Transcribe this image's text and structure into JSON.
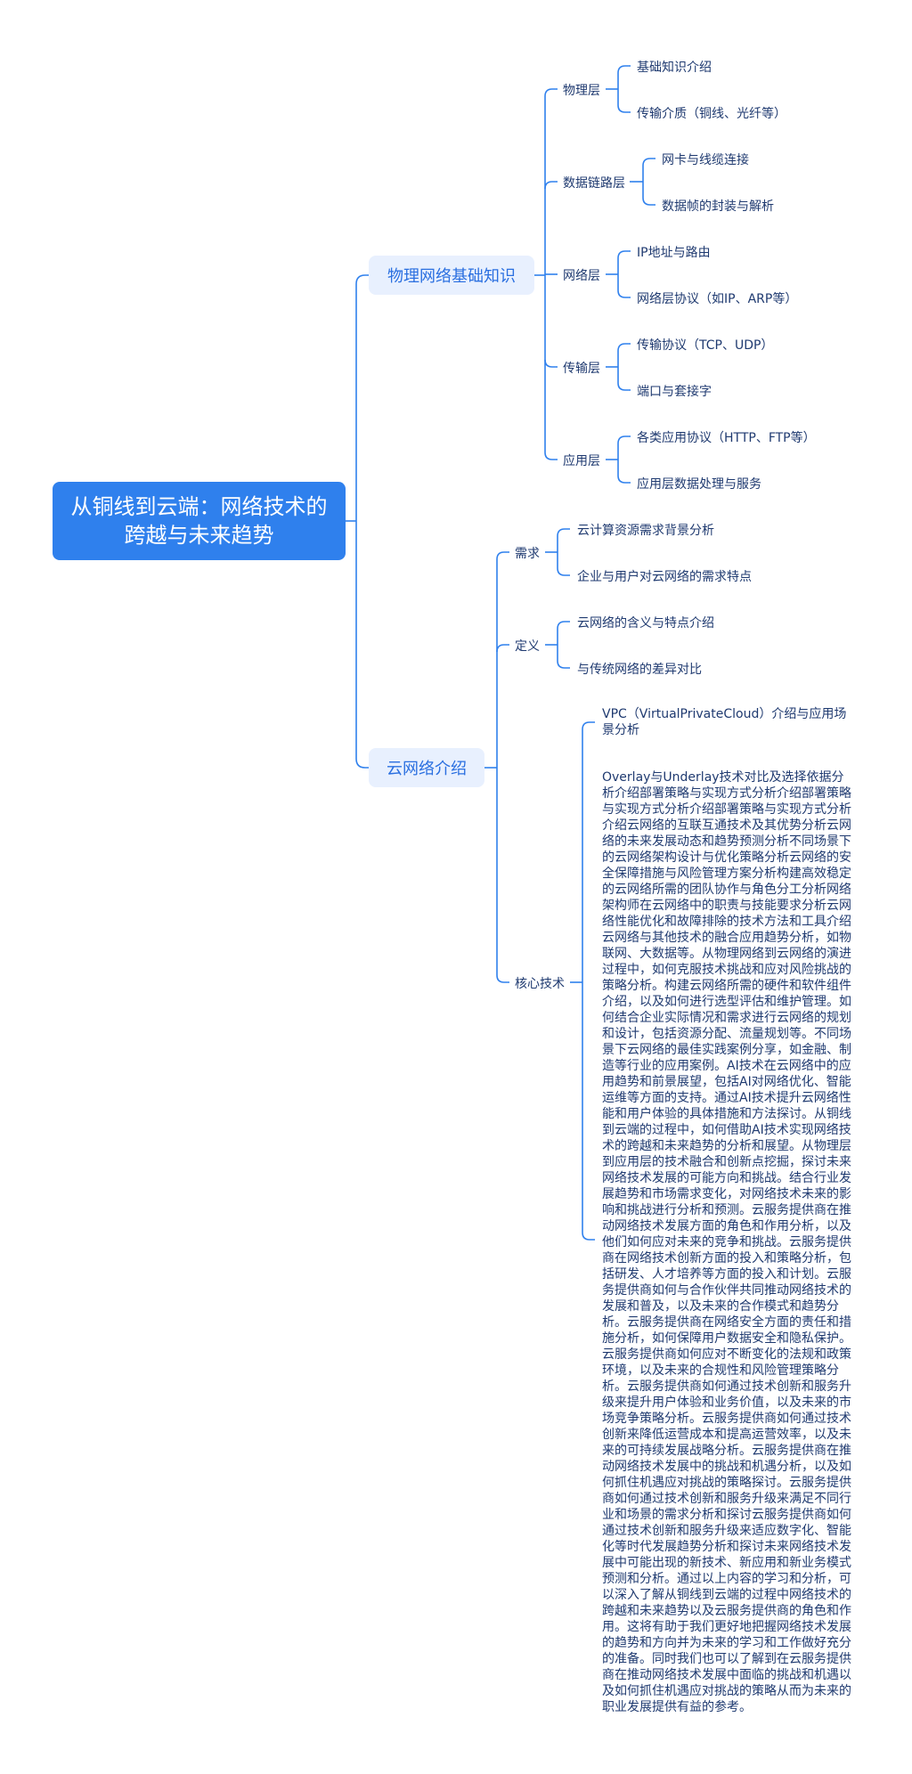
{
  "root": {
    "title": "从铜线到云端：网络技术的跨越与未来趋势"
  },
  "branch1": {
    "label": "物理网络基础知识",
    "children": [
      {
        "label": "物理层",
        "leaves": [
          "基础知识介绍",
          "传输介质（铜线、光纤等）"
        ]
      },
      {
        "label": "数据链路层",
        "leaves": [
          "网卡与线缆连接",
          "数据帧的封装与解析"
        ]
      },
      {
        "label": "网络层",
        "leaves": [
          "IP地址与路由",
          "网络层协议（如IP、ARP等）"
        ]
      },
      {
        "label": "传输层",
        "leaves": [
          "传输协议（TCP、UDP）",
          "端口与套接字"
        ]
      },
      {
        "label": "应用层",
        "leaves": [
          "各类应用协议（HTTP、FTP等）",
          "应用层数据处理与服务"
        ]
      }
    ]
  },
  "branch2": {
    "label": "云网络介绍",
    "children": [
      {
        "label": "需求",
        "leaves": [
          "云计算资源需求背景分析",
          "企业与用户对云网络的需求特点"
        ]
      },
      {
        "label": "定义",
        "leaves": [
          "云网络的含义与特点介绍",
          "与传统网络的差异对比"
        ]
      },
      {
        "label": "核心技术",
        "leaves": [
          "VPC（VirtualPrivateCloud）介绍与应用场景分析",
          "Overlay与Underlay技术对比及选择依据分析介绍部署策略与实现方式分析介绍部署策略与实现方式分析介绍部署策略与实现方式分析介绍云网络的互联互通技术及其优势分析云网络的未来发展动态和趋势预测分析不同场景下的云网络架构设计与优化策略分析云网络的安全保障措施与风险管理方案分析构建高效稳定的云网络所需的团队协作与角色分工分析网络架构师在云网络中的职责与技能要求分析云网络性能优化和故障排除的技术方法和工具介绍云网络与其他技术的融合应用趋势分析，如物联网、大数据等。从物理网络到云网络的演进过程中，如何克服技术挑战和应对风险挑战的策略分析。构建云网络所需的硬件和软件组件介绍，以及如何进行选型评估和维护管理。如何结合企业实际情况和需求进行云网络的规划和设计，包括资源分配、流量规划等。不同场景下云网络的最佳实践案例分享，如金融、制造等行业的应用案例。AI技术在云网络中的应用趋势和前景展望，包括AI对网络优化、智能运维等方面的支持。通过AI技术提升云网络性能和用户体验的具体措施和方法探讨。从铜线到云端的过程中，如何借助AI技术实现网络技术的跨越和未来趋势的分析和展望。从物理层到应用层的技术融合和创新点挖掘，探讨未来网络技术发展的可能方向和挑战。结合行业发展趋势和市场需求变化，对网络技术未来的影响和挑战进行分析和预测。云服务提供商在推动网络技术发展方面的角色和作用分析，以及他们如何应对未来的竞争和挑战。云服务提供商在网络技术创新方面的投入和策略分析，包括研发、人才培养等方面的投入和计划。云服务提供商如何与合作伙伴共同推动网络技术的发展和普及，以及未来的合作模式和趋势分析。云服务提供商在网络安全方面的责任和措施分析，如何保障用户数据安全和隐私保护。云服务提供商如何应对不断变化的法规和政策环境，以及未来的合规性和风险管理策略分析。云服务提供商如何通过技术创新和服务升级来提升用户体验和业务价值，以及未来的市场竞争策略分析。云服务提供商如何通过技术创新来降低运营成本和提高运营效率，以及未来的可持续发展战略分析。云服务提供商在推动网络技术发展中的挑战和机遇分析，以及如何抓住机遇应对挑战的策略探讨。云服务提供商如何通过技术创新和服务升级来满足不同行业和场景的需求分析和探讨云服务提供商如何通过技术创新和服务升级来适应数字化、智能化等时代发展趋势分析和探讨未来网络技术发展中可能出现的新技术、新应用和新业务模式预测和分析。通过以上内容的学习和分析，可以深入了解从铜线到云端的过程中网络技术的跨越和未来趋势以及云服务提供商的角色和作用。这将有助于我们更好地把握网络技术发展的趋势和方向并为未来的学习和工作做好充分的准备。同时我们也可以了解到在云服务提供商在推动网络技术发展中面临的挑战和机遇以及如何抓住机遇应对挑战的策略从而为未来的职业发展提供有益的参考。"
        ]
      }
    ]
  },
  "colors": {
    "root": "#2f80ed",
    "branch_bg": "#e8f0fe",
    "branch_text": "#2a6fe0",
    "line": "#2f80ed",
    "text": "#1f3a70"
  }
}
